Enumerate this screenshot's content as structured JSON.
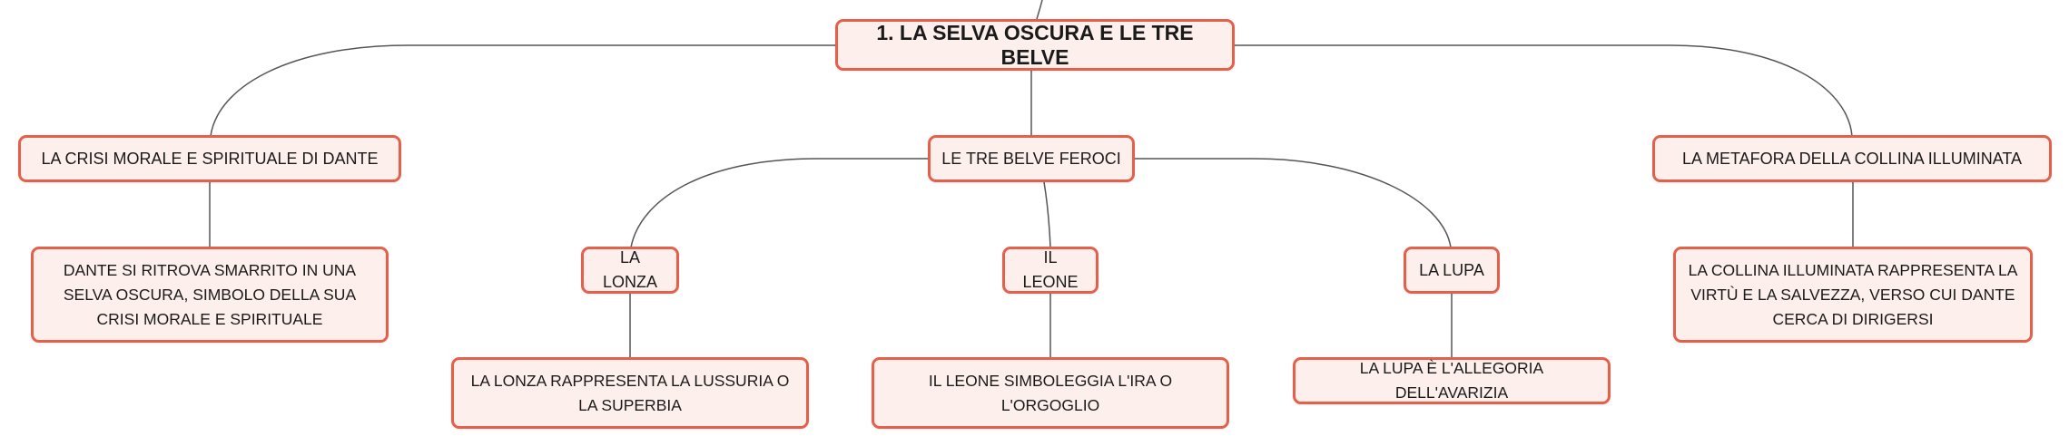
{
  "colors": {
    "node_fill": "#fdf0ec",
    "node_border": "#e5604a",
    "link": "#555555",
    "text": "#1a1a1a"
  },
  "map": {
    "root": "1. LA SELVA OSCURA E LE TRE BELVE",
    "crisi": {
      "title": "LA CRISI MORALE E SPIRITUALE DI DANTE",
      "detail": "DANTE SI RITROVA SMARRITO IN UNA SELVA OSCURA, SIMBOLO DELLA SUA CRISI MORALE E SPIRITUALE"
    },
    "belve": {
      "title": "LE TRE BELVE FEROCI",
      "lonza": {
        "title": "LA LONZA",
        "detail": "LA LONZA RAPPRESENTA LA LUSSURIA O LA SUPERBIA"
      },
      "leone": {
        "title": "IL LEONE",
        "detail": "IL LEONE SIMBOLEGGIA L'IRA O L'ORGOGLIO"
      },
      "lupa": {
        "title": "LA LUPA",
        "detail": "LA LUPA È L'ALLEGORIA DELL'AVARIZIA"
      }
    },
    "collina": {
      "title": "LA METAFORA DELLA COLLINA ILLUMINATA",
      "detail": "LA COLLINA ILLUMINATA RAPPRESENTA LA VIRTÙ E LA SALVEZZA, VERSO CUI DANTE CERCA DI DIRIGERSI"
    }
  }
}
